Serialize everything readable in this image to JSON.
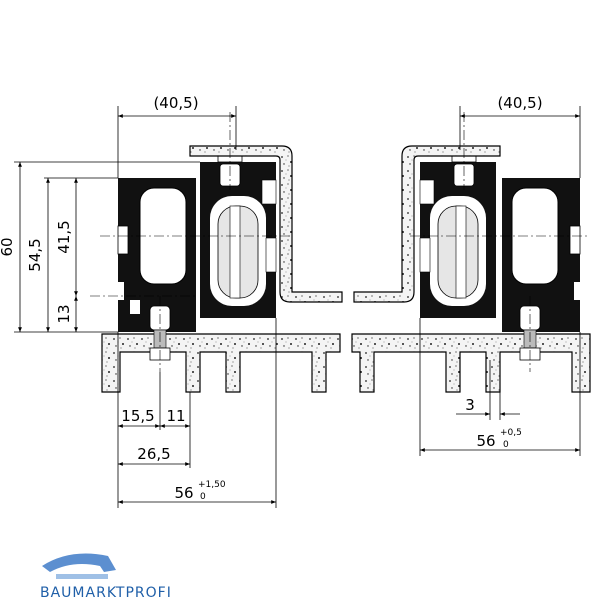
{
  "dimensions": {
    "height_total": "60",
    "height_mid": "54,5",
    "height_inner": "41,5",
    "height_bottom": "13",
    "left_top_width": "(40,5)",
    "right_top_width": "(40,5)",
    "left_a": "15,5",
    "left_b": "11",
    "left_c": "26,5",
    "left_main": "56",
    "left_main_tol_upper": "+1,50",
    "left_main_tol_lower": "0",
    "right_gap": "3",
    "right_main": "56",
    "right_main_tol_upper": "+0,5",
    "right_main_tol_lower": "0"
  },
  "branding": {
    "logo_text": "BAUMARKTPROFI",
    "logo_color": "#1f5fa8",
    "logo_roof_color": "#5c8fd0"
  },
  "colors": {
    "line": "#000000",
    "profile_fill": "#111111",
    "concrete_fill": "#f2f2f2"
  }
}
